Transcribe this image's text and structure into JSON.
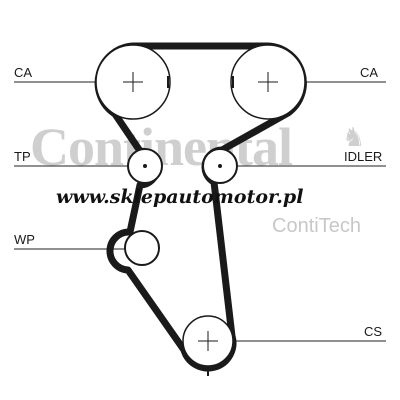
{
  "labels": {
    "ca_left": "CA",
    "ca_right": "CA",
    "tp": "TP",
    "idler": "IDLER",
    "wp": "WP",
    "cs": "CS"
  },
  "watermark": {
    "brand": "Continental",
    "sub": "ContiTech",
    "shop_url": "www.sklepautomotor.pl",
    "logo_icon": "horse-logo-icon"
  },
  "colors": {
    "belt": "#1a1a1a",
    "watermark": "#cfcfcf",
    "text": "#1a1a1a"
  }
}
